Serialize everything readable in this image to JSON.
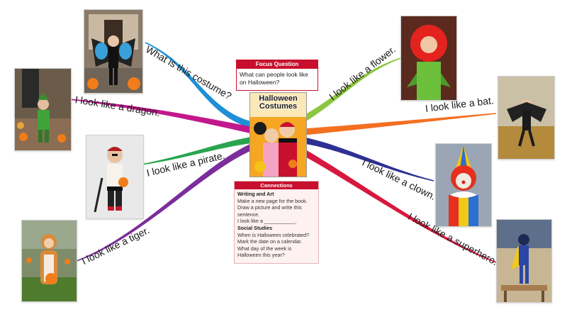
{
  "focus": {
    "heading": "Focus Question",
    "question": "What can people look like on Halloween?"
  },
  "book": {
    "title": "Halloween Costumes"
  },
  "connections": {
    "heading": "Connections",
    "section1_title": "Writing and Art",
    "section1_lines": [
      "Make a new page for the book.",
      "Draw a picture and write this",
      "sentence.",
      "I look like a ___________."
    ],
    "section2_title": "Social Studies",
    "section2_lines": [
      "When is Halloween celebrated?",
      "Mark the date on a calendar.",
      "What day of the week is",
      "Halloween this year?"
    ]
  },
  "branches": [
    {
      "label": "What is this costume?",
      "color": "#1f8fd6",
      "photo": "butterfly"
    },
    {
      "label": "I look like a dragon.",
      "color": "#c2188e",
      "photo": "dragon"
    },
    {
      "label": "I look like a pirate.",
      "color": "#2aa44f",
      "photo": "pirate"
    },
    {
      "label": "I look like a tiger.",
      "color": "#7b2d9b",
      "photo": "tiger"
    },
    {
      "label": "I look like a flower.",
      "color": "#8cc63f",
      "photo": "flower"
    },
    {
      "label": "I look like a bat.",
      "color": "#f37021",
      "photo": "bat"
    },
    {
      "label": "I look like a clown.",
      "color": "#2e3192",
      "photo": "clown"
    },
    {
      "label": "I look like a superhero.",
      "color": "#d7193f",
      "photo": "superhero"
    }
  ]
}
